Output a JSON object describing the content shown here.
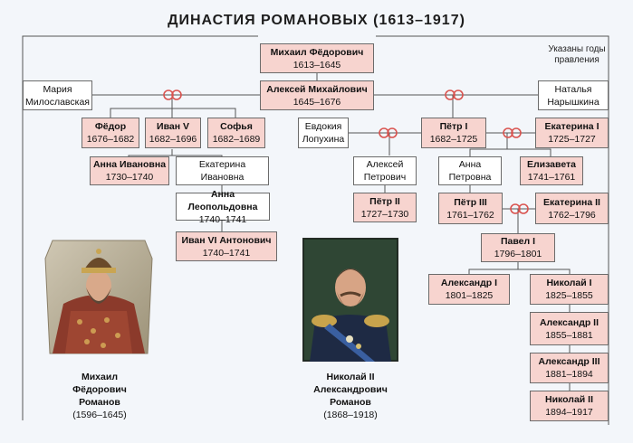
{
  "title": "ДИНАСТИЯ РОМАНОВЫХ (1613–1917)",
  "note": [
    "Указаны годы",
    "правления"
  ],
  "people": {
    "mikhail": {
      "name": "Михаил Фёдорович",
      "years": "1613–1645"
    },
    "alexei": {
      "name": "Алексей Михайлович",
      "years": "1645–1676"
    },
    "maria": {
      "name": [
        "Мария",
        "Милославская"
      ]
    },
    "natalya": {
      "name": [
        "Наталья",
        "Нарышкина"
      ]
    },
    "fedor": {
      "name": "Фёдор",
      "years": "1676–1682"
    },
    "ivan5": {
      "name": "Иван V",
      "years": "1682–1696"
    },
    "sofya": {
      "name": "Софья",
      "years": "1682–1689"
    },
    "evdokia": {
      "name": [
        "Евдокия",
        "Лопухина"
      ]
    },
    "peter1": {
      "name": "Пётр I",
      "years": "1682–1725"
    },
    "ekaterina1": {
      "name": "Екатерина I",
      "years": "1725–1727"
    },
    "anna_ivanovna": {
      "name": "Анна Ивановна",
      "years": "1730–1740"
    },
    "ekaterina_ivanovna": {
      "name": [
        "Екатерина",
        "Ивановна"
      ]
    },
    "alexei_petrovich": {
      "name": [
        "Алексей",
        "Петрович"
      ]
    },
    "anna_petrovna": {
      "name": [
        "Анна",
        "Петровна"
      ]
    },
    "elizaveta": {
      "name": "Елизавета",
      "years": "1741–1761"
    },
    "anna_leopoldovna": {
      "name": "Анна Леопольдовна",
      "years": "1740–1741"
    },
    "peter2": {
      "name": "Пётр II",
      "years": "1727–1730"
    },
    "peter3": {
      "name": "Пётр III",
      "years": "1761–1762"
    },
    "ekaterina2": {
      "name": "Екатерина II",
      "years": "1762–1796"
    },
    "ivan6": {
      "name": "Иван VI Антонович",
      "years": "1740–1741"
    },
    "pavel1": {
      "name": "Павел I",
      "years": "1796–1801"
    },
    "alexander1": {
      "name": "Александр I",
      "years": "1801–1825"
    },
    "nikolai1": {
      "name": "Николай I",
      "years": "1825–1855"
    },
    "alexander2": {
      "name": "Александр II",
      "years": "1855–1881"
    },
    "alexander3": {
      "name": "Александр III",
      "years": "1881–1894"
    },
    "nikolai2": {
      "name": "Николай II",
      "years": "1894–1917"
    }
  },
  "portraits": {
    "left": {
      "caption": [
        "Михаил",
        "Фёдорович",
        "Романов"
      ],
      "years": "(1596–1645)"
    },
    "center": {
      "caption": [
        "Николай II",
        "Александрович",
        "Романов"
      ],
      "years": "(1868–1918)"
    }
  },
  "colors": {
    "royal_box": "#f7d4cf",
    "other_box": "#ffffff",
    "line": "#555555",
    "marriage_ring": "#d9534f"
  }
}
